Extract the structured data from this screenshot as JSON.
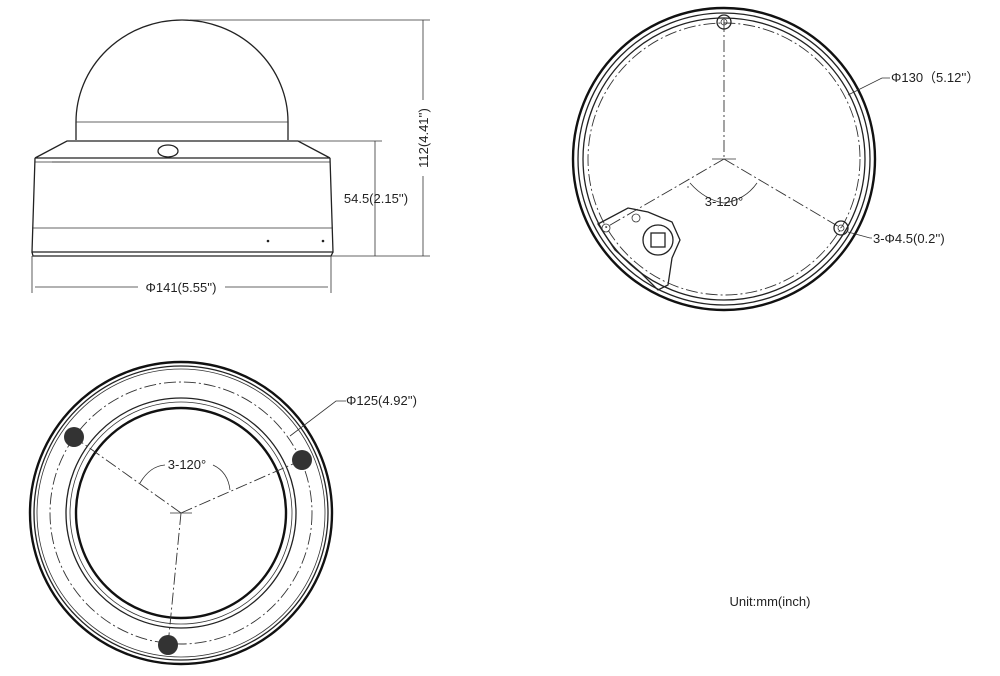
{
  "side_view": {
    "height_total": "112(4.41'')",
    "height_body": "54.5(2.15'')",
    "diameter": "Φ141(5.55'')"
  },
  "mount_view": {
    "diameter": "Φ130（5.12''）",
    "angle": "3-120°",
    "holes": "3-Φ4.5(0.2'')"
  },
  "bottom_view": {
    "diameter": "Φ125(4.92'')",
    "angle": "3-120°"
  },
  "unit_label": "Unit:mm(inch)"
}
